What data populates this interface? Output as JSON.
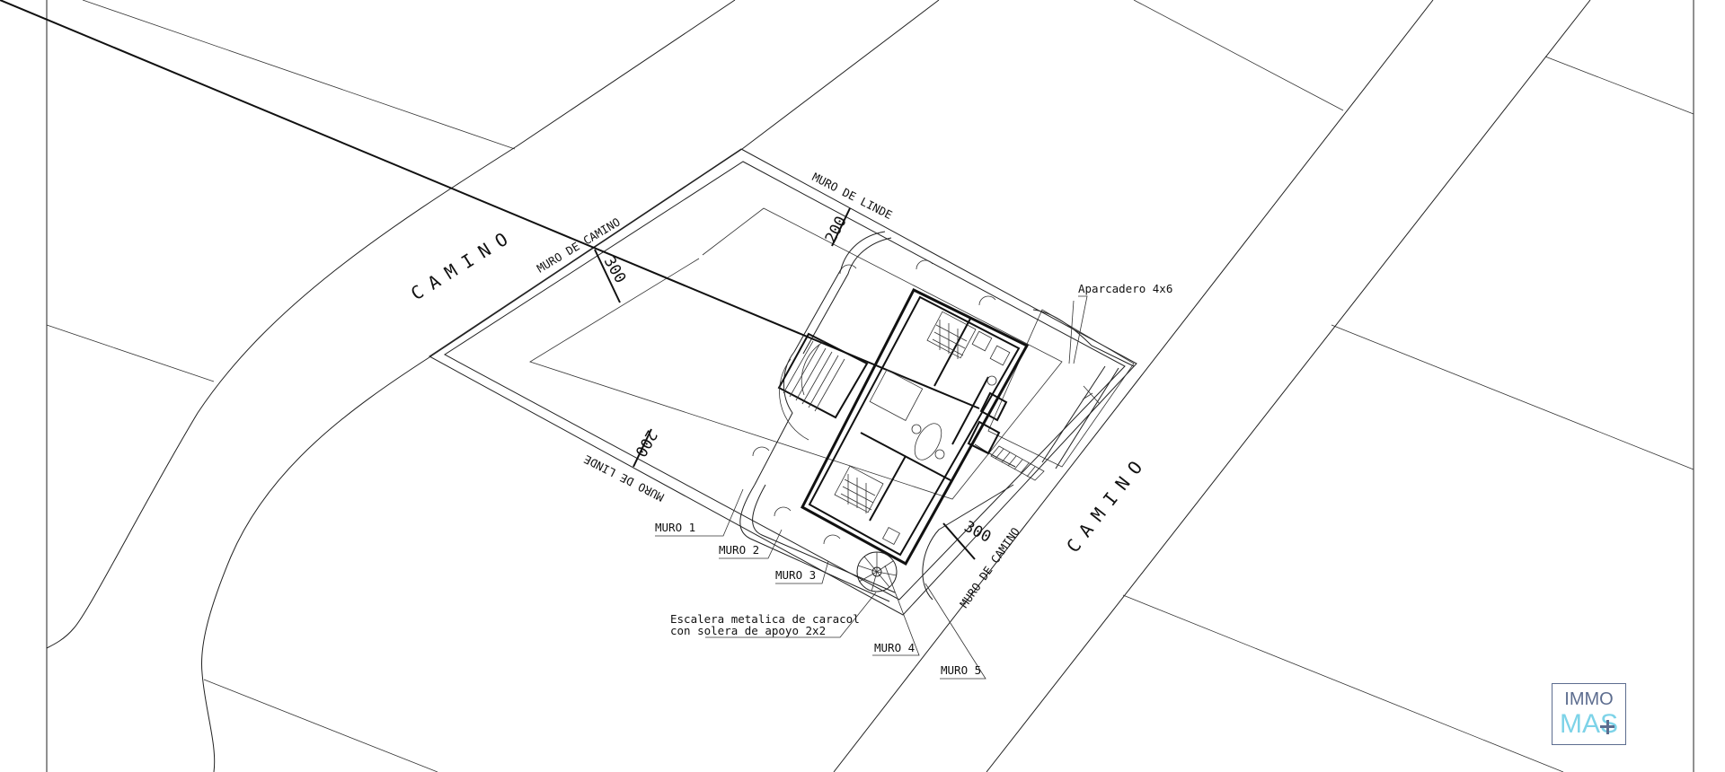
{
  "plan": {
    "road_labels": [
      "CAMINO",
      "CAMINO"
    ],
    "wall_labels": {
      "muro_de_camino_top": "MURO DE CAMINO",
      "muro_de_linde_top": "MURO DE LINDE",
      "muro_de_linde_bottom": "MURO DE LINDE",
      "muro_de_camino_bottom": "MURO DE CAMINO"
    },
    "dimensions": {
      "top_left": "300",
      "top_right": "200",
      "bottom_left": "200",
      "bottom_right": "300"
    },
    "annotations": {
      "parking": "Aparcadero 4x6",
      "muro_1": "MURO 1",
      "muro_2": "MURO 2",
      "muro_3": "MURO 3",
      "muro_4": "MURO 4",
      "muro_5": "MURO 5",
      "stair_line_1": "Escalera metalica de caracol",
      "stair_line_2": "con solera de apoyo 2x2"
    }
  },
  "logo": {
    "top": "IMMO",
    "bottom": "MAS",
    "colors": {
      "dark": "#5d6d8f",
      "light": "#7dd3e8"
    }
  }
}
